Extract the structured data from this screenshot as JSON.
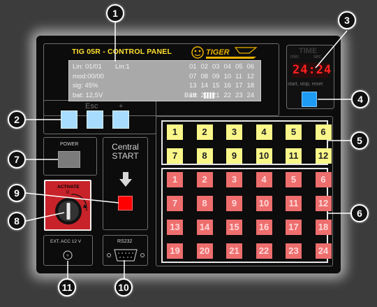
{
  "header": {
    "title": "TIG 05R - CONTROL PANEL",
    "logo_text": "TIGER"
  },
  "lcd": {
    "line1_a": "Lin: 01/01",
    "line1_b": "Lin:1",
    "line2": "mod:00/00",
    "line3": "sig: 45%",
    "line4_a": "bat: 12,5V",
    "line4_b": "Batt:",
    "rows": [
      [
        "01",
        "02",
        "03",
        "04",
        "05",
        "06"
      ],
      [
        "07",
        "08",
        "09",
        "10",
        "11",
        "12"
      ],
      [
        "13",
        "14",
        "15",
        "16",
        "17",
        "18"
      ],
      [
        "19",
        "20",
        "21",
        "22",
        "23",
        "24"
      ]
    ]
  },
  "nav": {
    "esc_label": "Esc",
    "plus_label": "+"
  },
  "power": {
    "label": "POWER"
  },
  "central": {
    "line1": "Central",
    "line2": "START"
  },
  "activate": {
    "label": "ACTIVATE",
    "zero": "0",
    "one": "1"
  },
  "ext": {
    "label": "EXT. ACC 12 V"
  },
  "rs232": {
    "label": "RS232"
  },
  "time": {
    "title": "TIME",
    "min": "min.",
    "sec": "sec.",
    "display": "24:24",
    "caption": "start, stop, reset"
  },
  "yellow_buttons": [
    "1",
    "2",
    "3",
    "4",
    "5",
    "6",
    "7",
    "8",
    "9",
    "10",
    "11",
    "12"
  ],
  "red_buttons": [
    "1",
    "2",
    "3",
    "4",
    "5",
    "6",
    "7",
    "8",
    "9",
    "10",
    "11",
    "12",
    "13",
    "14",
    "15",
    "16",
    "17",
    "18",
    "19",
    "20",
    "21",
    "22",
    "23",
    "24"
  ],
  "callouts": [
    "1",
    "2",
    "3",
    "4",
    "5",
    "6",
    "7",
    "8",
    "9",
    "10",
    "11"
  ],
  "colors": {
    "lcd_bg": "#a9a9a9",
    "yellow_btn": "#f9f789",
    "red_btn": "#ee6e6e",
    "blue_btn": "#1e9cf4",
    "title": "#ffe030"
  }
}
